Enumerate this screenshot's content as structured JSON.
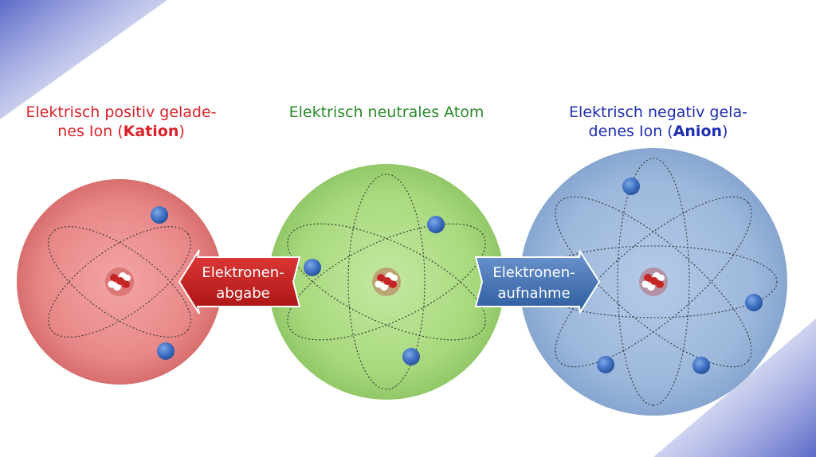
{
  "labels": {
    "cation": {
      "line1": "Elektrisch positiv gelade-",
      "line2_prefix": "nes Ion (",
      "name": "Kation",
      "suffix": ")"
    },
    "neutral": {
      "line1": "Elektrisch neutrales Atom"
    },
    "anion": {
      "line1": "Elektrisch negativ gela-",
      "line2_prefix": "denes Ion (",
      "name": "Anion",
      "suffix": ")"
    }
  },
  "arrows": {
    "release": {
      "line1": "Elektronen-",
      "line2": "abgabe"
    },
    "uptake": {
      "line1": "Elektronen-",
      "line2": "aufnahme"
    }
  },
  "atoms": {
    "cation": {
      "electrons": 2,
      "color": "#e57f7f"
    },
    "neutral": {
      "electrons": 3,
      "color": "#a8d67e"
    },
    "anion": {
      "electrons": 4,
      "color": "#9db8dc"
    }
  },
  "colors": {
    "cation_text": "#d8232a",
    "neutral_text": "#2a8a2a",
    "anion_text": "#1f2fb0",
    "electron": "#3a6fc0",
    "release_arrow": "#c51d1d",
    "uptake_arrow": "#3d6fb0"
  }
}
